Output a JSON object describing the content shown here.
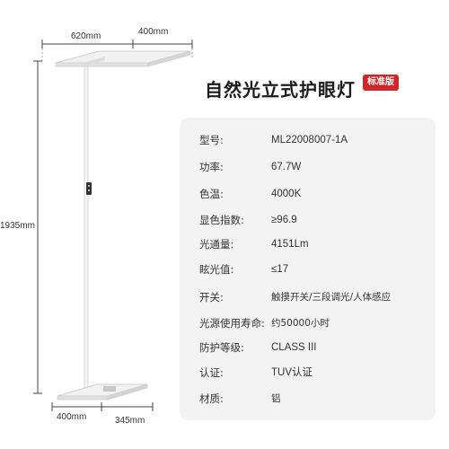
{
  "dimensions": {
    "top_left": "620mm",
    "top_right": "400mm",
    "height": "1935mm",
    "bottom_left": "400mm",
    "bottom_right": "345mm"
  },
  "product": {
    "title": "自然光立式护眼灯",
    "badge": "标准版"
  },
  "specs": [
    {
      "key": "型号:",
      "value": "ML22008007-1A"
    },
    {
      "key": "功率:",
      "value": "67.7W"
    },
    {
      "key": "色温:",
      "value": "4000K"
    },
    {
      "key": "显色指数:",
      "value": "≥96.9"
    },
    {
      "key": "光通量:",
      "value": "4151Lm"
    },
    {
      "key": "眩光值:",
      "value": "≤17"
    },
    {
      "key": "开关:",
      "value": "触摸开关/三段调光/人体感应"
    },
    {
      "key": "光源使用寿命:",
      "value": "约50000小时"
    },
    {
      "key": "防护等级:",
      "value": "CLASS III"
    },
    {
      "key": "认证:",
      "value": "TUV认证"
    },
    {
      "key": "材质:",
      "value": "铝"
    }
  ]
}
